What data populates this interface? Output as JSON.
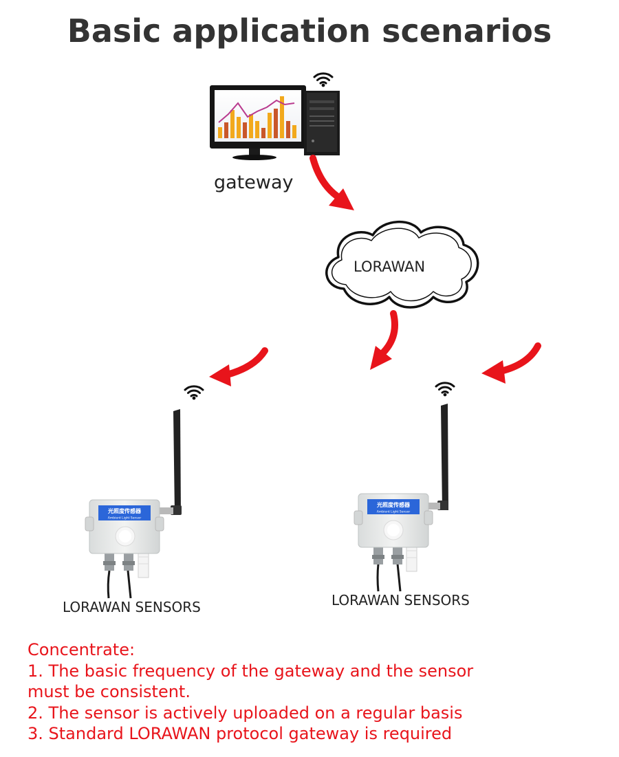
{
  "title": "Basic application scenarios",
  "gateway": {
    "label": "gateway",
    "icon": "desktop-computer-icon"
  },
  "cloud": {
    "label": "LORAWAN"
  },
  "sensors": [
    {
      "label": "LORAWAN SENSORS",
      "device_title": "光照度传感器",
      "device_subtitle": "Ambient Light Sensor"
    },
    {
      "label": "LORAWAN SENSORS",
      "device_title": "光照度传感器",
      "device_subtitle": "Ambient Light Sensor"
    }
  ],
  "notes": {
    "heading": "Concentrate:",
    "lines": [
      "1. The basic frequency of the gateway and the sensor",
      "must be consistent.",
      "2. The sensor is actively uploaded on a regular basis",
      "3. Standard LORAWAN protocol gateway is required"
    ]
  },
  "colors": {
    "arrow": "#e8141b",
    "note_text": "#e8141b",
    "title": "#333333"
  }
}
